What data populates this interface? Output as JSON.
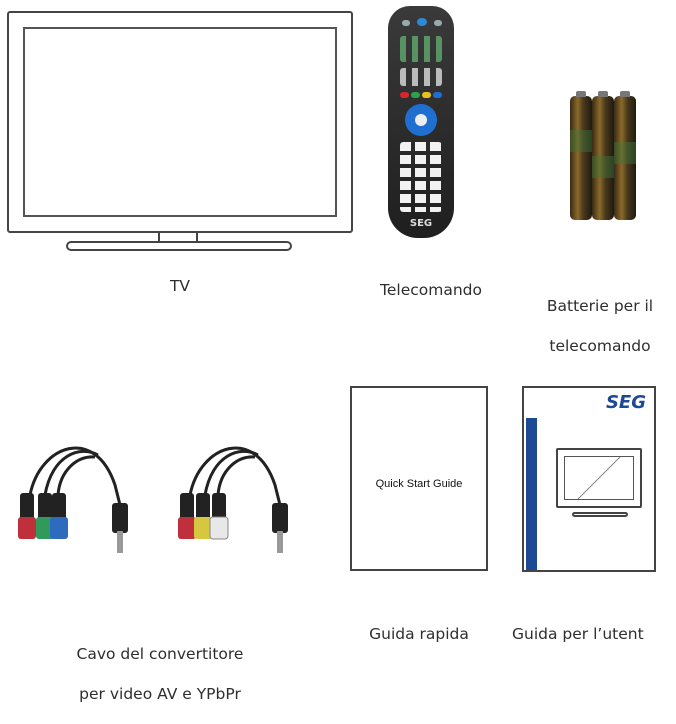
{
  "items": {
    "tv": {
      "label": "TV"
    },
    "remote": {
      "label": "Telecomando",
      "brand": "SEG"
    },
    "batteries": {
      "label_line1": "Batterie per il",
      "label_line2": "telecomando"
    },
    "cable": {
      "label_line1": "Cavo del convertitore",
      "label_line2": "per video AV e YPbPr"
    },
    "quick_guide": {
      "label": "Guida rapida",
      "cover_text": "Quick Start Guide"
    },
    "user_manual": {
      "label": "Guida per l’utent",
      "brand": "SEG"
    }
  },
  "colors": {
    "remote_red": "#d8262b",
    "remote_green": "#2aa24a",
    "remote_yellow": "#e7c21f",
    "remote_blue": "#1f6fd1",
    "manual_stripe": "#1e4a95",
    "rca_red": "#c0303a",
    "rca_green": "#2f9a5a",
    "rca_blue": "#2d6bbf",
    "rca_yellow": "#d6c640",
    "rca_white": "#e8e8e8"
  }
}
